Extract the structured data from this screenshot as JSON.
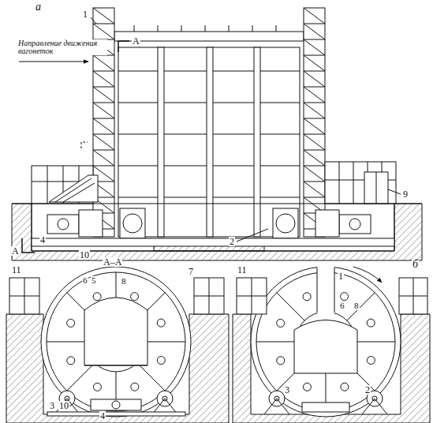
{
  "diagram": {
    "labels": [
      "а",
      "Направление движения вагонеток",
      "А",
      "1",
      "9",
      "4",
      "2",
      "10",
      "А",
      "А–А",
      "б",
      "11",
      "6",
      "5",
      "8",
      "7",
      "3",
      "10",
      "4",
      "11",
      "1",
      "6",
      "8",
      "3",
      "2"
    ]
  }
}
